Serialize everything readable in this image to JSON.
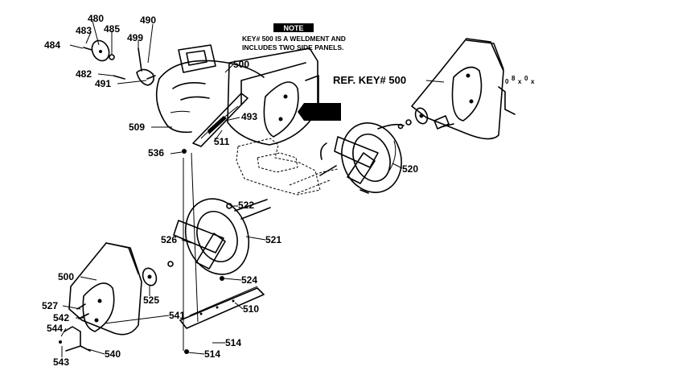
{
  "note": {
    "title": "NOTE",
    "line1": "KEY# 500 IS A WELDMENT AND",
    "line2": "INCLUDES TWO SIDE PANELS."
  },
  "ref_label": "REF. KEY# 500",
  "impeller_tag": {
    "line1": "",
    "line2": ""
  },
  "side_marks": [
    "0",
    "8",
    "x",
    "0",
    "x"
  ],
  "callouts": {
    "c480": "480",
    "c483": "483",
    "c484": "484",
    "c485": "485",
    "c490": "490",
    "c499": "499",
    "c482": "482",
    "c491": "491",
    "c500_top": "500",
    "c493": "493",
    "c509": "509",
    "c511": "511",
    "c536": "536",
    "c520": "520",
    "c522": "522",
    "c521": "521",
    "c526": "526",
    "c500_left": "500",
    "c525": "525",
    "c524": "524",
    "c527": "527",
    "c541": "541",
    "c542": "542",
    "c510": "510",
    "c544": "544",
    "c514_a": "514",
    "c543": "543",
    "c540": "540",
    "c514_b": "514"
  }
}
